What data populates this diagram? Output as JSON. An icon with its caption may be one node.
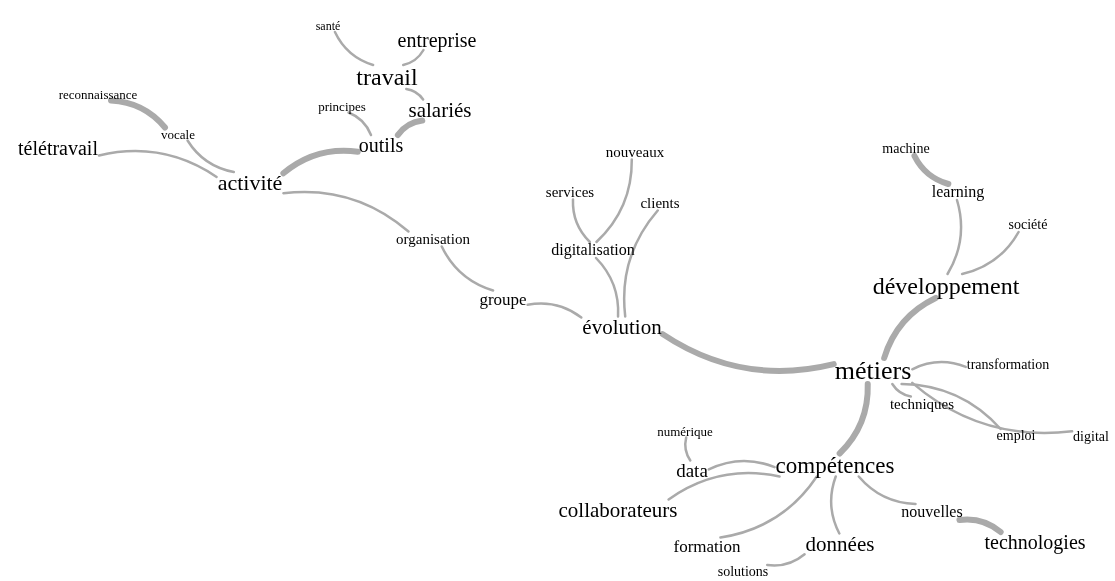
{
  "diagram": {
    "nodes": [
      {
        "text": [
          "télétravail"
        ]
      },
      {
        "text": [
          "reconnaissance"
        ]
      },
      {
        "text": [
          "vocale"
        ]
      },
      {
        "text": [
          "activité"
        ]
      },
      {
        "text": [
          "santé"
        ]
      },
      {
        "text": [
          "entreprise"
        ]
      },
      {
        "text": [
          "travail"
        ]
      },
      {
        "text": [
          "principes"
        ]
      },
      {
        "text": [
          "salariés"
        ]
      },
      {
        "text": [
          "outils"
        ]
      },
      {
        "text": [
          "organisation"
        ]
      },
      {
        "text": [
          "groupe"
        ]
      },
      {
        "text": [
          "nouveaux"
        ]
      },
      {
        "text": [
          "services"
        ]
      },
      {
        "text": [
          "clients"
        ]
      },
      {
        "text": [
          "digitalisation"
        ]
      },
      {
        "text": [
          "évolution"
        ]
      },
      {
        "text": [
          "machine"
        ]
      },
      {
        "text": [
          "learning"
        ]
      },
      {
        "text": [
          "société"
        ]
      },
      {
        "text": [
          "développement"
        ]
      },
      {
        "text": [
          "transformation"
        ]
      },
      {
        "text": [
          "métiers"
        ]
      },
      {
        "text": [
          "techniques"
        ]
      },
      {
        "text": [
          "emploi"
        ]
      },
      {
        "text": [
          "digital"
        ]
      },
      {
        "text": [
          "numérique"
        ]
      },
      {
        "text": [
          "data"
        ]
      },
      {
        "text": [
          "compétences"
        ]
      },
      {
        "text": [
          "collaborateurs"
        ]
      },
      {
        "text": [
          "nouvelles"
        ]
      },
      {
        "text": [
          "formation"
        ]
      },
      {
        "text": [
          "données"
        ]
      },
      {
        "text": [
          "technologies"
        ]
      },
      {
        "text": [
          "solutions"
        ]
      }
    ],
    "edges": [
      {
        "from": 3,
        "to": 0,
        "arrow": "none"
      },
      {
        "from": 3,
        "to": 2,
        "arrow": "none"
      },
      {
        "from": 2,
        "to": 1,
        "arrow": "none",
        "style": "thick"
      },
      {
        "from": 3,
        "to": 9,
        "arrow": "none",
        "style": "thick"
      },
      {
        "from": 9,
        "to": 7,
        "arrow": "none"
      },
      {
        "from": 9,
        "to": 8,
        "arrow": "none",
        "style": "thick"
      },
      {
        "from": 8,
        "to": 6,
        "arrow": "none"
      },
      {
        "from": 6,
        "to": 4,
        "arrow": "none"
      },
      {
        "from": 6,
        "to": 5,
        "arrow": "none"
      },
      {
        "from": 3,
        "to": 10,
        "arrow": "none"
      },
      {
        "from": 10,
        "to": 11,
        "arrow": "none"
      },
      {
        "from": 11,
        "to": 16,
        "arrow": "none"
      },
      {
        "from": 16,
        "to": 15,
        "arrow": "none"
      },
      {
        "from": 15,
        "to": 13,
        "arrow": "none"
      },
      {
        "from": 15,
        "to": 12,
        "arrow": "none"
      },
      {
        "from": 16,
        "to": 14,
        "arrow": "none"
      },
      {
        "from": 16,
        "to": 22,
        "arrow": "none",
        "style": "thick"
      },
      {
        "from": 22,
        "to": 20,
        "arrow": "none",
        "style": "thick"
      },
      {
        "from": 20,
        "to": 18,
        "arrow": "none"
      },
      {
        "from": 18,
        "to": 17,
        "arrow": "none",
        "style": "thick"
      },
      {
        "from": 20,
        "to": 19,
        "arrow": "none"
      },
      {
        "from": 22,
        "to": 21,
        "arrow": "none"
      },
      {
        "from": 22,
        "to": 23,
        "arrow": "none"
      },
      {
        "from": 22,
        "to": 24,
        "arrow": "none"
      },
      {
        "from": 22,
        "to": 25,
        "arrow": "none"
      },
      {
        "from": 22,
        "to": 28,
        "arrow": "none",
        "style": "thick"
      },
      {
        "from": 28,
        "to": 27,
        "arrow": "none"
      },
      {
        "from": 27,
        "to": 26,
        "arrow": "none"
      },
      {
        "from": 28,
        "to": 29,
        "arrow": "none"
      },
      {
        "from": 28,
        "to": 31,
        "arrow": "none"
      },
      {
        "from": 28,
        "to": 32,
        "arrow": "none"
      },
      {
        "from": 32,
        "to": 34,
        "arrow": "none"
      },
      {
        "from": 28,
        "to": 30,
        "arrow": "none"
      },
      {
        "from": 30,
        "to": 33,
        "arrow": "none",
        "style": "thick"
      }
    ]
  }
}
